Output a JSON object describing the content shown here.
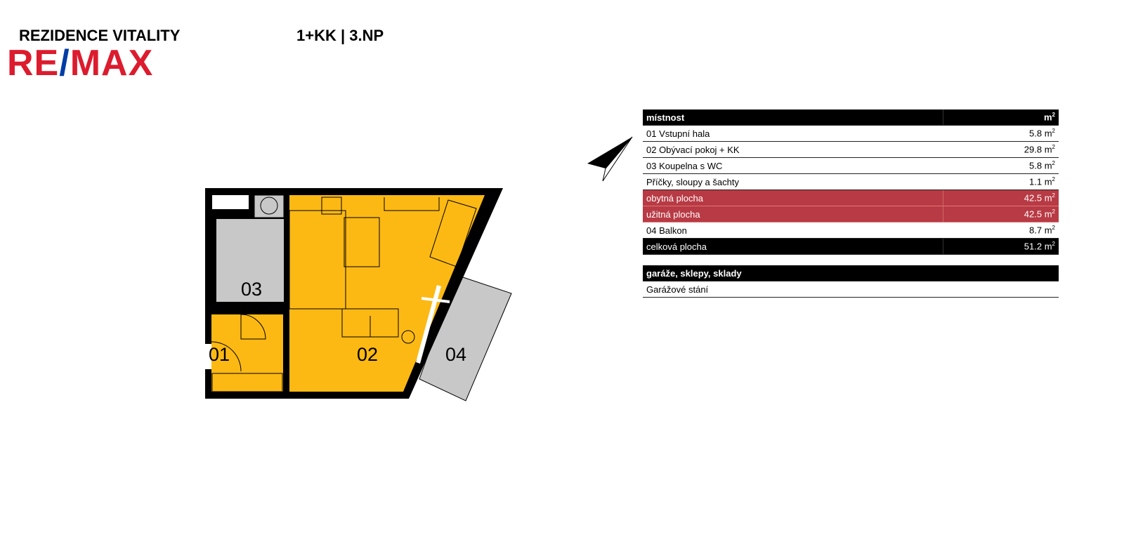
{
  "header": {
    "project": "REZIDENCE VITALITY",
    "unit": "1+KK | 3.NP",
    "logo": "RE/MAX"
  },
  "plan": {
    "rooms": [
      "01",
      "02",
      "03",
      "04"
    ]
  },
  "table": {
    "col_room": "místnost",
    "col_area": "m",
    "rows": [
      {
        "name": "01 Vstupní hala",
        "area": "5.8 m"
      },
      {
        "name": "02 Obývací pokoj + KK",
        "area": "29.8 m"
      },
      {
        "name": "03 Koupelna s WC",
        "area": "5.8 m"
      },
      {
        "name": "Příčky, sloupy a šachty",
        "area": "1.1 m"
      },
      {
        "name": "obytná plocha",
        "area": "42.5 m"
      },
      {
        "name": "užitná plocha",
        "area": "42.5 m"
      },
      {
        "name": "04 Balkon",
        "area": "8.7 m"
      },
      {
        "name": "celková plocha",
        "area": "51.2 m"
      }
    ],
    "sup": "2"
  },
  "table2": {
    "header": "garáže, sklepy, sklady",
    "rows": [
      "Garážové stání"
    ]
  },
  "colors": {
    "highlight": "#b83a44",
    "room": "#fdb913",
    "wet": "#c8c8c8"
  }
}
